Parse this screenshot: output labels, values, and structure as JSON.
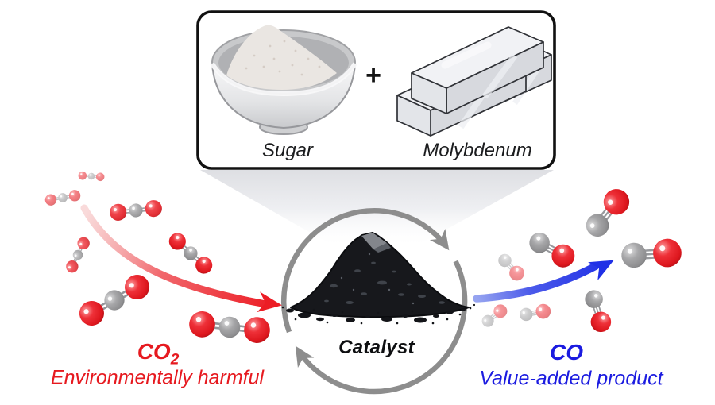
{
  "ingredients_box": {
    "sugar_label": "Sugar",
    "plus_sign": "+",
    "molybdenum_label": "Molybdenum"
  },
  "catalyst": {
    "label": "Catalyst"
  },
  "reactant": {
    "formula_main": "CO",
    "formula_sub": "2",
    "tagline": "Environmentally harmful",
    "color": "#e6191f"
  },
  "product": {
    "formula": "CO",
    "tagline": "Value-added product",
    "color": "#1b1be0"
  },
  "molecule_counts": {
    "co2_molecules": 7,
    "co_molecules": 7
  },
  "colors": {
    "reactant_arrow_red": "#ec1c24",
    "product_arrow_blue": "#2331e6",
    "cycle_ring_gray": "#8d8d8d",
    "oxygen_atom_red": "#dd161d",
    "carbon_atom_gray": "#9a9a9c",
    "catalyst_powder_black": "#17181c",
    "box_border_black": "#111111"
  }
}
